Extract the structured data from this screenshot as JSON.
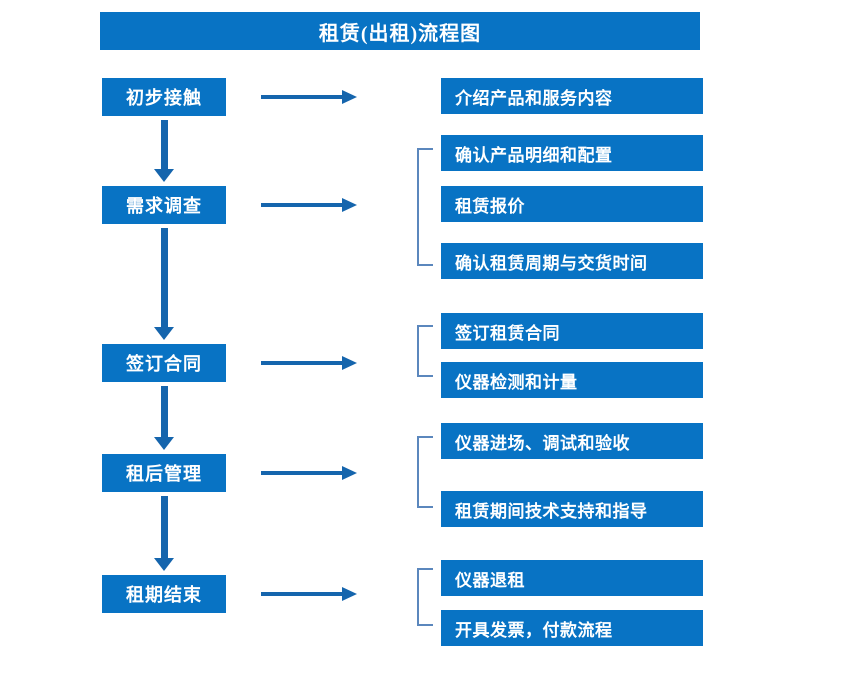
{
  "diagram": {
    "title": "租赁(出租)流程图",
    "colors": {
      "box_fill": "#0873c4",
      "box_text": "#ffffff",
      "arrow": "#1565ad",
      "bracket": "#5b87bd",
      "background": "#ffffff"
    },
    "stages": [
      {
        "id": "stage-1",
        "label": "初步接触",
        "outputs": [
          "介绍产品和服务内容"
        ]
      },
      {
        "id": "stage-2",
        "label": "需求调查",
        "outputs": [
          "确认产品明细和配置",
          "租赁报价",
          "确认租赁周期与交货时间"
        ]
      },
      {
        "id": "stage-3",
        "label": "签订合同",
        "outputs": [
          "签订租赁合同",
          "仪器检测和计量"
        ]
      },
      {
        "id": "stage-4",
        "label": "租后管理",
        "outputs": [
          "仪器进场、调试和验收",
          "租赁期间技术支持和指导"
        ]
      },
      {
        "id": "stage-5",
        "label": "租期结束",
        "outputs": [
          "仪器退租",
          "开具发票，付款流程"
        ]
      }
    ],
    "detail_boxes": [
      "介绍产品和服务内容",
      "确认产品明细和配置",
      "租赁报价",
      "确认租赁周期与交货时间",
      "签订租赁合同",
      "仪器检测和计量",
      "仪器进场、调试和验收",
      "租赁期间技术支持和指导",
      "仪器退租",
      "开具发票，付款流程"
    ],
    "flow_arrows": {
      "horizontal_count": 5,
      "vertical_count": 4,
      "direction": "top-to-bottom, left-to-right"
    }
  }
}
